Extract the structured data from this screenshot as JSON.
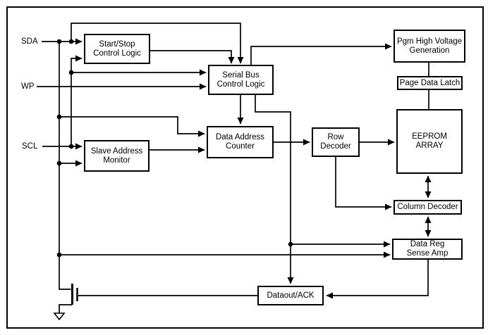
{
  "pins": {
    "sda": "SDA",
    "wp": "WP",
    "scl": "SCL"
  },
  "blocks": {
    "start_stop_control_logic": {
      "line1": "Start/Stop",
      "line2": "Control Logic"
    },
    "serial_bus_control_logic": {
      "line1": "Serial Bus",
      "line2": "Control Logic"
    },
    "data_address_counter": {
      "line1": "Data Address",
      "line2": "Counter"
    },
    "slave_address_monitor": {
      "line1": "Slave Address",
      "line2": "Monitor"
    },
    "row_decoder": {
      "line1": "Row",
      "line2": "Decoder"
    },
    "pgm_high_voltage_generation": {
      "line1": "Pgm High Voltage",
      "line2": "Generation"
    },
    "page_data_latch": {
      "line1": "Page Data Latch"
    },
    "eeprom_array": {
      "line1": "EEPROM",
      "line2": "ARRAY"
    },
    "column_decoder": {
      "line1": "Column Decoder"
    },
    "data_reg_sense_amp": {
      "line1": "Data Reg",
      "line2": "Sense Amp"
    },
    "dataout_ack": {
      "line1": "Dataout/ACK"
    }
  },
  "colors": {
    "line": "#000000",
    "background": "#ffffff",
    "box_border": "#000000",
    "text": "#000000"
  }
}
